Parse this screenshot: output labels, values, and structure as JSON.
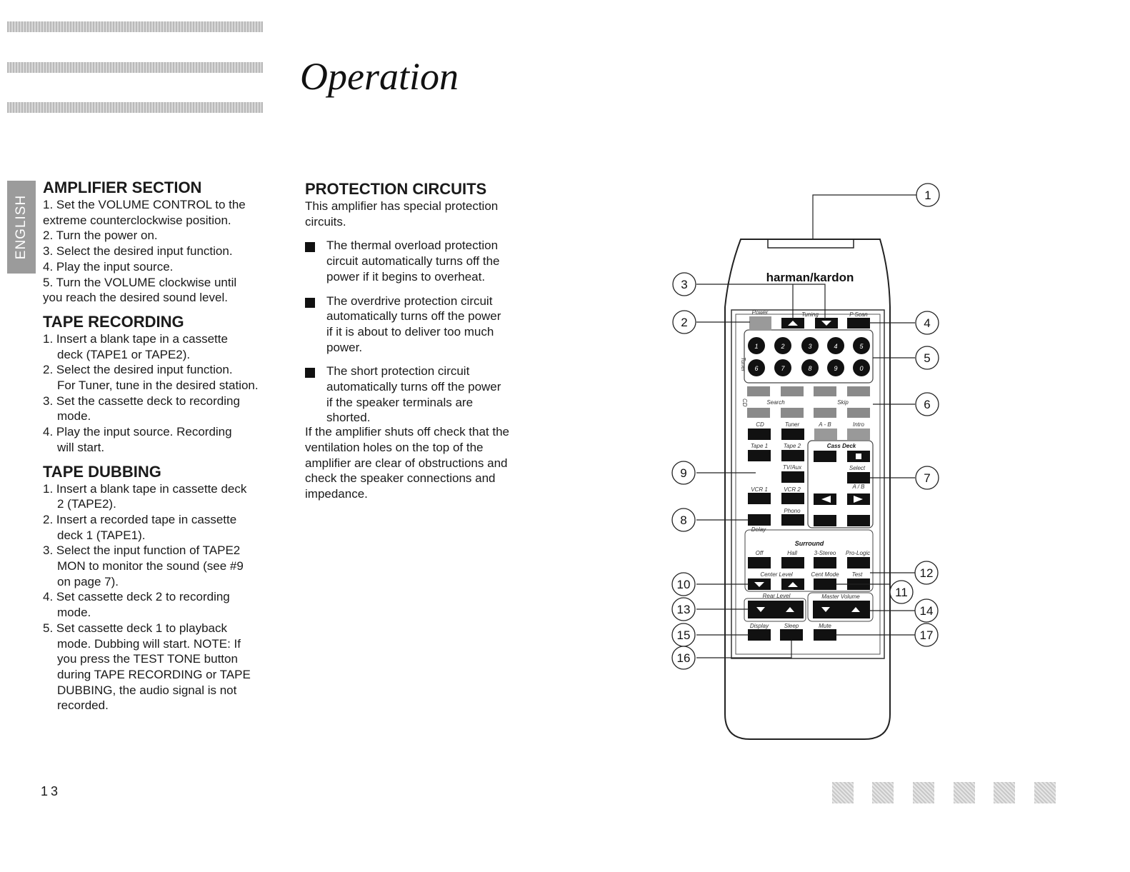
{
  "header": {
    "title": "Operation",
    "language_tab": "ENGLISH"
  },
  "amplifier": {
    "heading": "AMPLIFIER SECTION",
    "lines": [
      "1. Set the VOLUME CONTROL to the",
      "extreme counterclockwise position.",
      "2. Turn the power on.",
      "3. Select the desired input function.",
      "4. Play the input source.",
      "5. Turn the VOLUME clockwise until",
      "you reach the desired sound level."
    ]
  },
  "tape_recording": {
    "heading": "TAPE RECORDING",
    "lines": [
      "1. Insert a blank tape in a cassette",
      "deck (TAPE1 or TAPE2).",
      "2. Select the desired input function.",
      "For Tuner, tune in the desired station.",
      "3. Set the cassette deck to recording",
      "mode.",
      "4. Play the input source.  Recording",
      "will start."
    ]
  },
  "tape_dubbing": {
    "heading": "TAPE DUBBING",
    "lines": [
      "1. Insert a blank tape in cassette deck",
      "2 (TAPE2).",
      "2. Insert a recorded tape in cassette",
      "deck 1 (TAPE1).",
      "3. Select the input function of TAPE2",
      "MON to monitor the sound (see #9",
      "on page 7).",
      "4. Set cassette deck 2 to recording",
      "mode.",
      "5.  Set cassette deck 1 to playback",
      "mode.  Dubbing will start. NOTE:  If",
      "you press the TEST TONE button",
      "during TAPE RECORDING or TAPE",
      "DUBBING, the audio signal is not",
      "recorded."
    ]
  },
  "protection": {
    "heading": "PROTECTION CIRCUITS",
    "intro": [
      "This amplifier has special protection",
      "circuits."
    ],
    "bullets": [
      [
        "The thermal overload protection",
        "circuit automatically turns off the",
        "power if it begins to overheat."
      ],
      [
        "The overdrive protection circuit",
        "automatically turns off the power",
        "if it is about to deliver too much",
        "power."
      ],
      [
        "The short protection circuit",
        "automatically turns off the power",
        "if the speaker terminals are",
        "shorted."
      ]
    ],
    "outro": [
      "If the amplifier shuts off check that the",
      "ventilation holes on the top of the",
      "amplifier are clear of obstructions and",
      "check the speaker connections and",
      "impedance."
    ]
  },
  "remote": {
    "brand": "harman/kardon",
    "labels": {
      "power": "Power",
      "tuning": "Tuning",
      "pscan": "P Scan",
      "tuner_side": "Tuner",
      "cd_side": "CD",
      "search": "Search",
      "skip": "Skip",
      "cd": "CD",
      "tuner": "Tuner",
      "ab": "A - B",
      "intro": "Intro",
      "tape1": "Tape 1",
      "tape2": "Tape 2",
      "cass_deck": "Cass Deck",
      "tvaux": "TV/Aux",
      "select": "Select",
      "ab2": "A / B",
      "vcr1": "VCR 1",
      "vcr2": "VCR 2",
      "phono": "Phono",
      "delay": "Delay",
      "surround": "Surround",
      "off": "Off",
      "hall": "Hall",
      "stereo3": "3-Stereo",
      "prologic": "Pro-Logic",
      "center_level": "Center Level",
      "cent_mode": "Cent Mode",
      "test": "Test",
      "rear_level": "Rear Level",
      "master_volume": "Master Volume",
      "display": "Display",
      "sleep": "Sleep",
      "mute": "Mute"
    },
    "digits": [
      "1",
      "2",
      "3",
      "4",
      "5",
      "6",
      "7",
      "8",
      "9",
      "0"
    ],
    "callouts": [
      "1",
      "2",
      "3",
      "4",
      "5",
      "6",
      "7",
      "8",
      "9",
      "10",
      "11",
      "12",
      "13",
      "14",
      "15",
      "16",
      "17"
    ]
  },
  "footer": {
    "page_number": "13"
  }
}
